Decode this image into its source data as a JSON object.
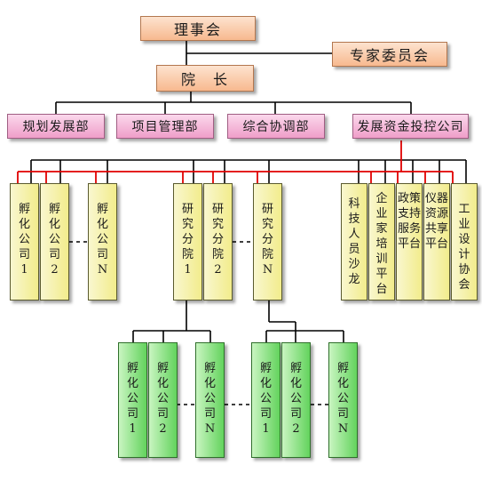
{
  "council": "理事会",
  "expert_committee": "专家委员会",
  "dean": "院　长",
  "departments": [
    "规划发展部",
    "项目管理部",
    "综合协调部",
    "发展资金投控公司"
  ],
  "incubators_top": [
    "孵化公司1",
    "孵化公司2",
    "孵化公司N"
  ],
  "branches": [
    "研究分院1",
    "研究分院2",
    "研究分院N"
  ],
  "platforms": [
    "科技人员沙龙",
    "企业家培训平台",
    "政策支持服务平台",
    "仪器资源共享平台",
    "工业设计协会"
  ],
  "incubators_left": [
    "孵化公司1",
    "孵化公司2",
    "孵化公司N"
  ],
  "incubators_right": [
    "孵化公司1",
    "孵化公司2",
    "孵化公司N"
  ],
  "colors": {
    "council": "#f7b98f",
    "departments": "#ef9ec9",
    "units": "#f2ec8c",
    "incubators": "#63d35d",
    "funding_links": "#e00000"
  }
}
